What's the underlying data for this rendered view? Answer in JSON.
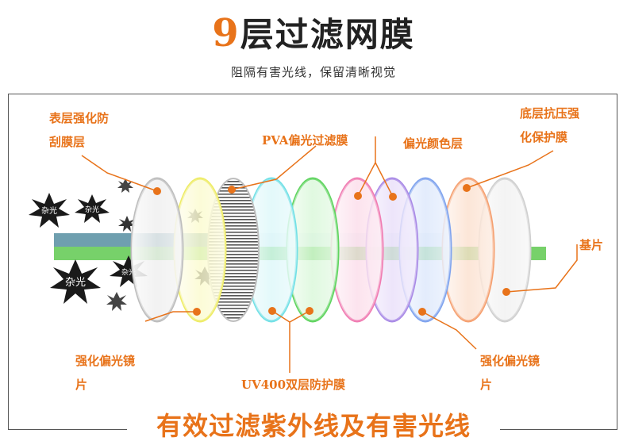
{
  "header": {
    "title_num": "9",
    "title_text": "层过滤网膜",
    "subtitle": "阻隔有害光线，保留清晰视觉"
  },
  "labels": {
    "surface_line1": "表层强化防",
    "surface_line2": "刮膜层",
    "pva": "PVA偏光过滤膜",
    "polar_color": "偏光颜色层",
    "bottom_line1": "底层抗压强",
    "bottom_line2": "化保护膜",
    "base": "基片",
    "reinforced_left_line1": "强化偏光镜",
    "reinforced_left_line2": "片",
    "uv400": "UV400双层防护膜",
    "reinforced_right_line1": "强化偏光镜",
    "reinforced_right_line2": "片"
  },
  "stray_light_text": "杂光",
  "footer": "有效过滤紫外线及有害光线",
  "colors": {
    "accent": "#e8731a",
    "layers": [
      "#c8c8c8",
      "#f4f38a",
      "#9a9a9a",
      "#a6ecf0",
      "#8ee88e",
      "#f7a6c8",
      "#c9b4f0",
      "#a9c4f5",
      "#f7b690",
      "#e0e0e0"
    ]
  },
  "icons": [
    "starburst-icon",
    "leader-dot-icon"
  ]
}
